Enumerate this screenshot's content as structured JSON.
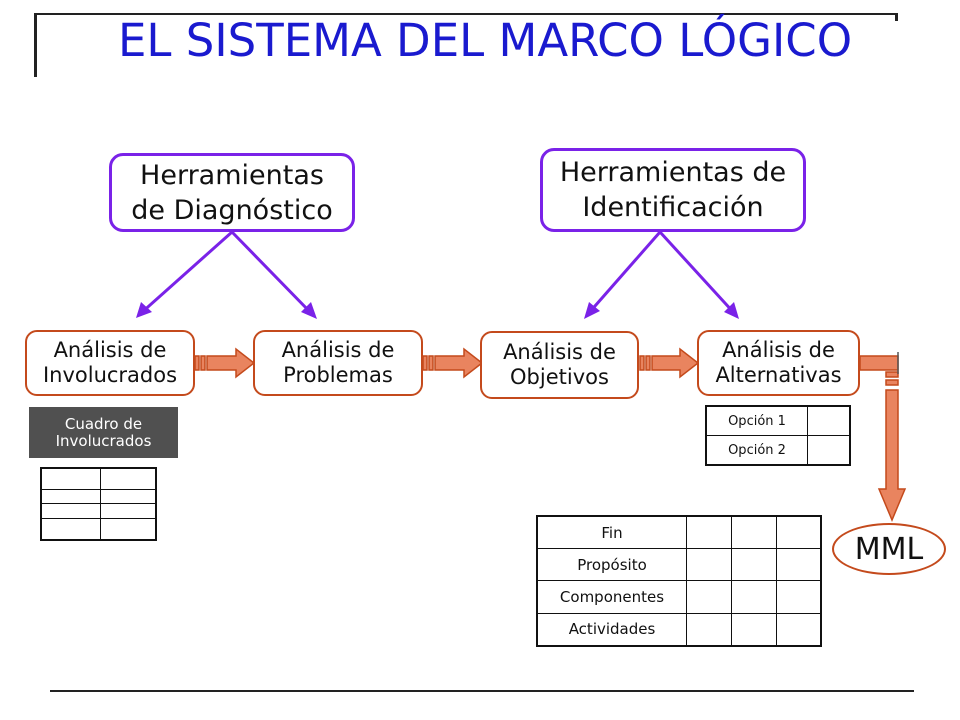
{
  "title": "EL SISTEMA DEL MARCO LÓGICO",
  "colors": {
    "title": "#1a1acf",
    "purple": "#7a22e8",
    "orange": "#c44a1c",
    "arrow_fill": "#e9845f",
    "dark_label": "#505050"
  },
  "tools": {
    "diagnosis": "Herramientas\nde Diagnóstico",
    "identification": "Herramientas de\nIdentificación"
  },
  "steps": {
    "involved": "Análisis de\nInvolucrados",
    "problems": "Análisis de\nProblemas",
    "objectives": "Análisis de\nObjetivos",
    "alternatives": "Análisis de\nAlternativas"
  },
  "involved_table_label": "Cuadro de\nInvolucrados",
  "options": [
    "Opción 1",
    "Opción 2"
  ],
  "matrix_rows": [
    "Fin",
    "Propósito",
    "Componentes",
    "Actividades"
  ],
  "mml": "MML",
  "icons": [
    "arrow-down-icon",
    "block-arrow-right-icon",
    "block-arrow-down-icon"
  ]
}
